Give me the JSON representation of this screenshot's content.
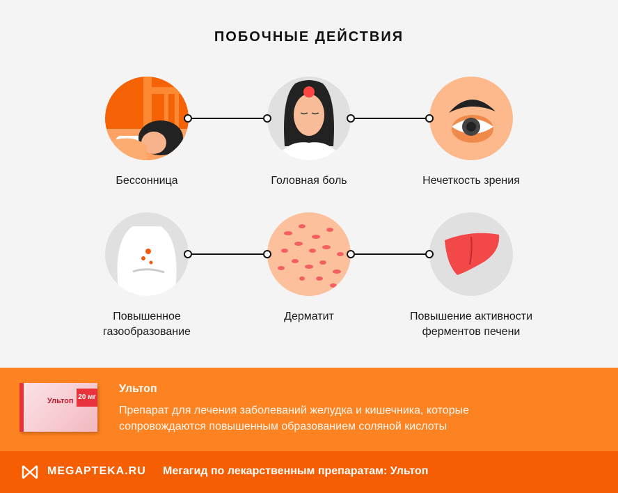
{
  "title": "ПОБОЧНЫЕ ДЕЙСТВИЯ",
  "effects": [
    {
      "label": "Бессонница",
      "icon": "sleeping-woman-icon"
    },
    {
      "label": "Головная боль",
      "icon": "headache-woman-icon"
    },
    {
      "label": "Нечеткость зрения",
      "icon": "eye-icon"
    },
    {
      "label": "Повышенное газообразование",
      "icon": "bloating-icon"
    },
    {
      "label": "Дерматит",
      "icon": "rash-skin-icon"
    },
    {
      "label": "Повышение активности ферментов печени",
      "icon": "liver-icon"
    }
  ],
  "drug": {
    "name": "Ультоп",
    "description": "Препарат для лечения заболеваний желудка и кишечника, которые сопровождаются повышенным образованием соляной кислоты",
    "package_name": "Ультоп",
    "package_dose": "20 мг"
  },
  "footer": {
    "brand": "MEGAPTEKA.RU",
    "text": "Мегагид по лекарственным препаратам: Ультоп"
  },
  "colors": {
    "orange": "#fd8322",
    "dark_orange": "#f65e04",
    "background": "#f4f4f4"
  }
}
